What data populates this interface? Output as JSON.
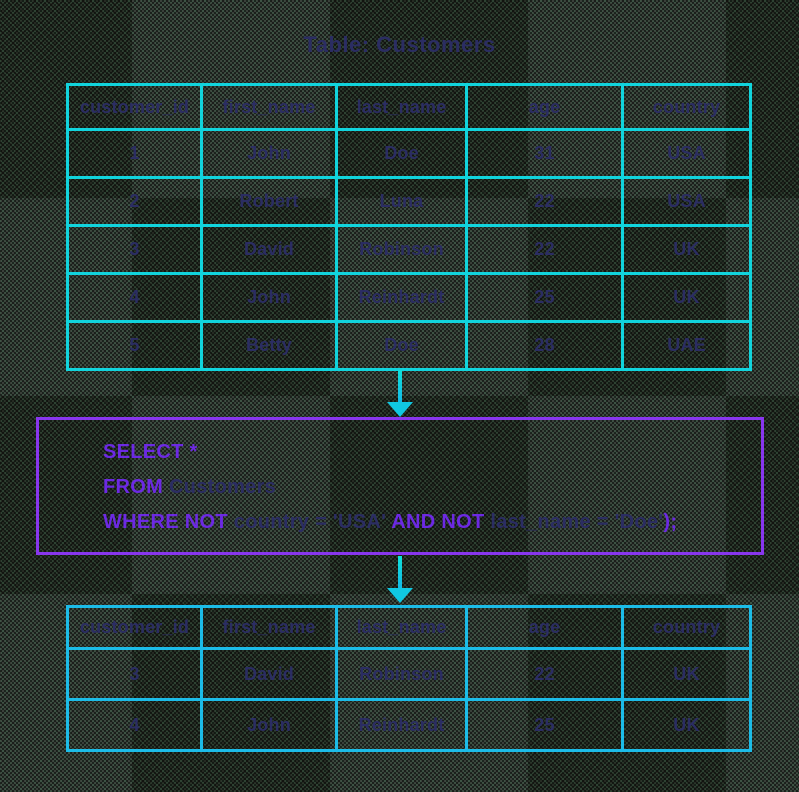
{
  "title": "Table: Customers",
  "colors": {
    "table_border": "#11d4dd",
    "table_border_2": "#1cbce8",
    "query_border": "#8836ee",
    "keyword": "#6c29e3",
    "text": "#2b2d63",
    "arrow": "#10c8e2"
  },
  "source_table": {
    "headers": [
      "customer_id",
      "first_name",
      "last_name",
      "age",
      "country"
    ],
    "rows": [
      [
        "1",
        "John",
        "Doe",
        "31",
        "USA"
      ],
      [
        "2",
        "Robert",
        "Luna",
        "22",
        "USA"
      ],
      [
        "3",
        "David",
        "Robinson",
        "22",
        "UK"
      ],
      [
        "4",
        "John",
        "Reinhardt",
        "25",
        "UK"
      ],
      [
        "5",
        "Betty",
        "Doe",
        "28",
        "UAE"
      ]
    ]
  },
  "query": {
    "segments": [
      [
        {
          "t": "SELECT *",
          "k": true
        }
      ],
      [
        {
          "t": "FROM ",
          "k": true
        },
        {
          "t": "Customers",
          "k": false
        }
      ],
      [
        {
          "t": "WHERE NOT ",
          "k": true
        },
        {
          "t": "country = 'USA' ",
          "k": false
        },
        {
          "t": "AND NOT ",
          "k": true
        },
        {
          "t": "last_name = 'Doe'",
          "k": false
        },
        {
          "t": ");",
          "k": true
        }
      ]
    ]
  },
  "result_table": {
    "headers": [
      "customer_id",
      "first_name",
      "last_name",
      "age",
      "country"
    ],
    "rows": [
      [
        "3",
        "David",
        "Robinson",
        "22",
        "UK"
      ],
      [
        "4",
        "John",
        "Reinhardt",
        "25",
        "UK"
      ]
    ]
  }
}
